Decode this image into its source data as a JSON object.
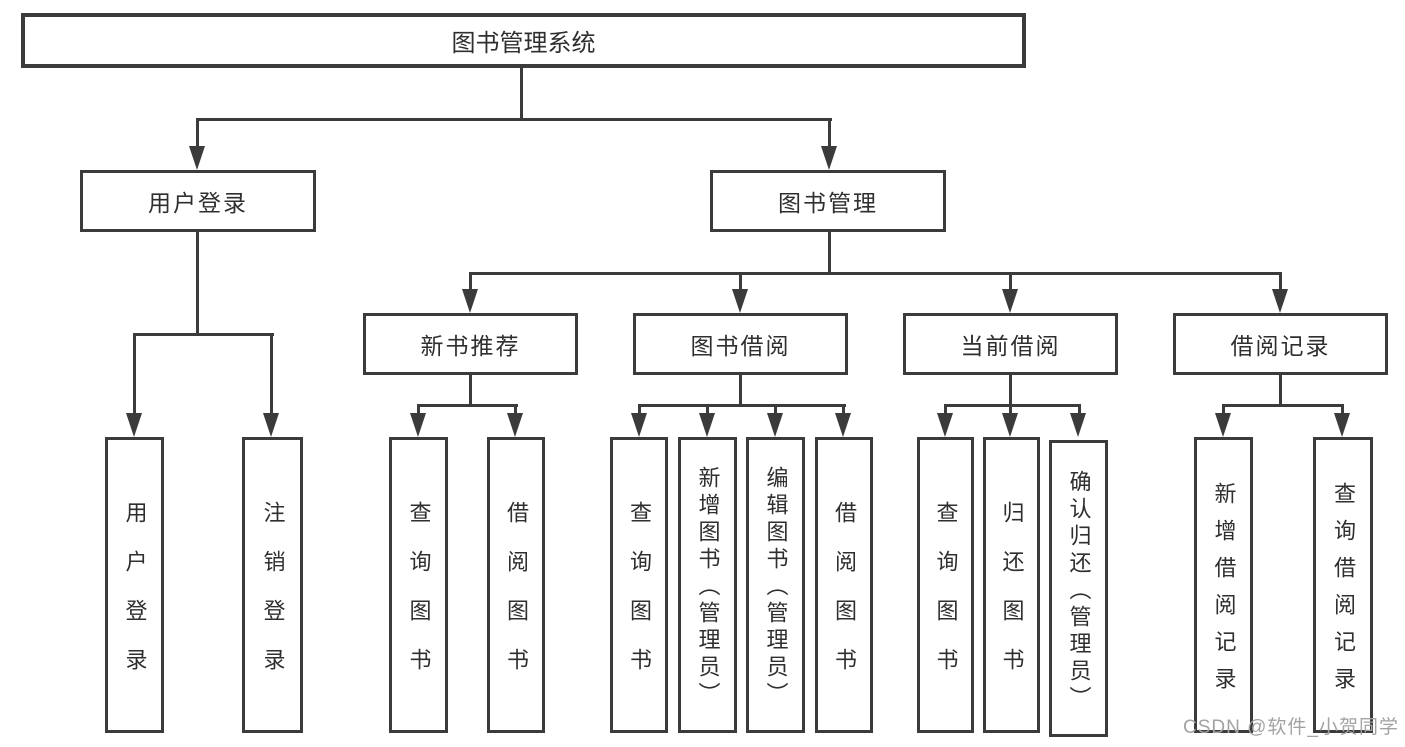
{
  "watermark": "CSDN @软件_小贺同学",
  "colors": {
    "line": "#3b3b3b",
    "text": "#2f2f2f",
    "watermark": "#a3a3a3",
    "background": "#ffffff"
  },
  "diagram": {
    "root": {
      "label": "图书管理系统"
    },
    "branches": [
      {
        "label": "用户登录",
        "children": [
          {
            "label": "用户登录"
          },
          {
            "label": "注销登录"
          }
        ]
      },
      {
        "label": "图书管理",
        "children": [
          {
            "label": "新书推荐",
            "children": [
              {
                "label": "查询图书"
              },
              {
                "label": "借阅图书"
              }
            ]
          },
          {
            "label": "图书借阅",
            "children": [
              {
                "label": "查询图书"
              },
              {
                "label": "新增图书（管理员）"
              },
              {
                "label": "编辑图书（管理员）"
              },
              {
                "label": "借阅图书"
              }
            ]
          },
          {
            "label": "当前借阅",
            "children": [
              {
                "label": "查询图书"
              },
              {
                "label": "归还图书"
              },
              {
                "label": "确认归还（管理员）"
              }
            ]
          },
          {
            "label": "借阅记录",
            "children": [
              {
                "label": "新增借阅记录"
              },
              {
                "label": "查询借阅记录"
              }
            ]
          }
        ]
      }
    ]
  }
}
